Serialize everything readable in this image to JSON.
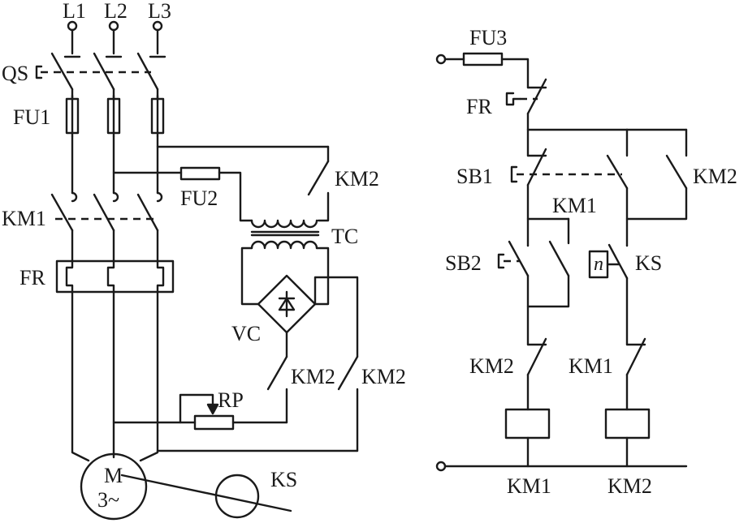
{
  "main_circuit": {
    "supply_labels": [
      "L1",
      "L2",
      "L3"
    ],
    "qs": "QS",
    "fu1": "FU1",
    "km1": "KM1",
    "fr": "FR",
    "fu2": "FU2",
    "km2_tc": "KM2",
    "tc": "TC",
    "vc": "VC",
    "km2_a": "KM2",
    "km2_b": "KM2",
    "rp": "RP",
    "motor_m": "M",
    "motor_phase": "3~",
    "ks": "KS"
  },
  "control_circuit": {
    "fu3": "FU3",
    "fr": "FR",
    "sb1": "SB1",
    "km2_hold": "KM2",
    "km1_hold": "KM1",
    "sb2": "SB2",
    "ks_n": "n",
    "ks": "KS",
    "km2_nc": "KM2",
    "km1_nc": "KM1",
    "coil_km1": "KM1",
    "coil_km2": "KM2"
  }
}
